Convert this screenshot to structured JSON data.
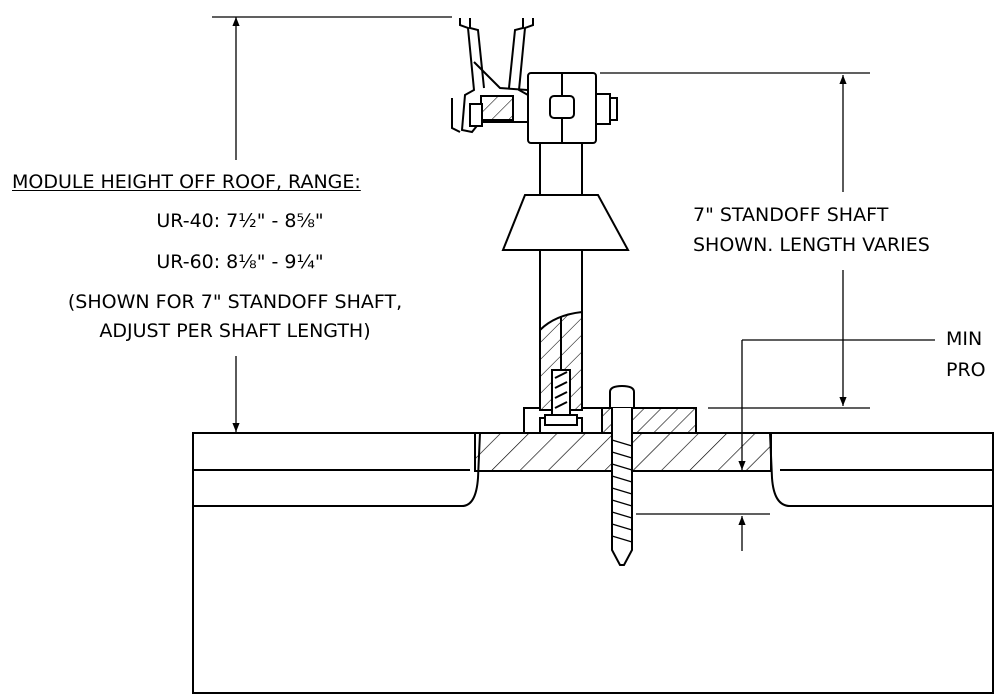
{
  "module_height": {
    "heading": "MODULE HEIGHT OFF ROOF, RANGE:",
    "ur40": "UR-40: 7½\" - 8⅝\"",
    "ur60": "UR-60: 8⅛\" - 9¼\"",
    "note_line1": "(SHOWN FOR 7\" STANDOFF SHAFT,",
    "note_line2": "ADJUST PER SHAFT LENGTH)"
  },
  "standoff_shaft": {
    "line1": "7\" STANDOFF SHAFT",
    "line2": "SHOWN. LENGTH VARIES"
  },
  "min_label": {
    "line1": "MIN",
    "line2": "PRO"
  }
}
